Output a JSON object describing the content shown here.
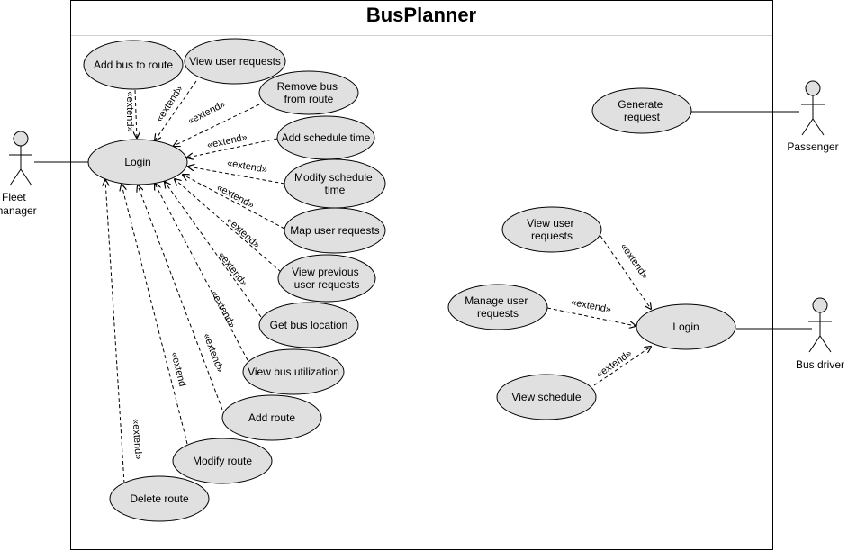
{
  "system": {
    "title": "BusPlanner"
  },
  "actors": {
    "fleet_manager": [
      "Fleet",
      "manager"
    ],
    "passenger": [
      "Passenger"
    ],
    "bus_driver": [
      "Bus driver"
    ]
  },
  "use_cases": {
    "login_fm": [
      "Login"
    ],
    "add_bus_to_route": [
      "Add bus to route"
    ],
    "view_user_requests_fm": [
      "View user requests"
    ],
    "remove_bus_from_route": [
      "Remove bus",
      "from route"
    ],
    "add_schedule_time": [
      "Add schedule time"
    ],
    "modify_schedule_time": [
      "Modify schedule",
      "time"
    ],
    "map_user_requests": [
      "Map user requests"
    ],
    "view_previous_user_requests": [
      "View previous",
      "user requests"
    ],
    "get_bus_location": [
      "Get bus location"
    ],
    "view_bus_utilization": [
      "View bus utilization"
    ],
    "add_route": [
      "Add route"
    ],
    "modify_route": [
      "Modify route"
    ],
    "delete_route": [
      "Delete route"
    ],
    "generate_request": [
      "Generate",
      "request"
    ],
    "view_user_requests_bd": [
      "View user",
      "requests"
    ],
    "manage_user_requests": [
      "Manage user",
      "requests"
    ],
    "view_schedule": [
      "View schedule"
    ],
    "login_bd": [
      "Login"
    ]
  },
  "relations": {
    "extend_label": "«extend»",
    "extend_label_alt": "«extend"
  },
  "colors": {
    "use_case_fill": "#e0e0e0",
    "stroke": "#000000",
    "title_rule": "#cfcfcf"
  }
}
